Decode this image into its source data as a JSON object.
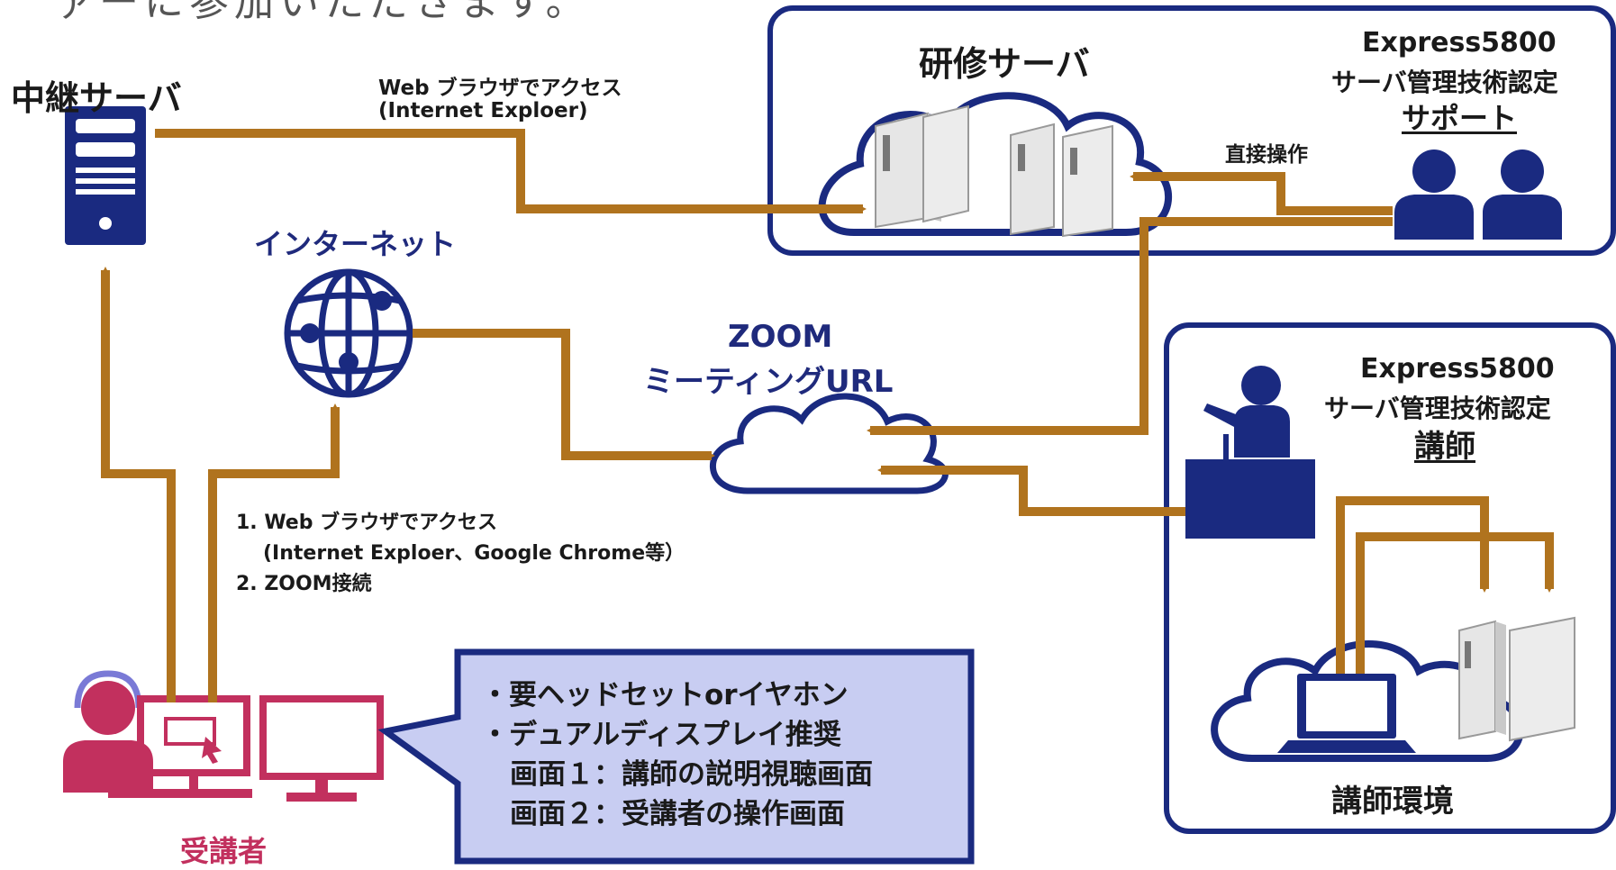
{
  "top_partial_text": "ァーに参加いただきます。",
  "relay_server": {
    "label": "中継サーバ"
  },
  "relay_access": {
    "line1": "Web ブラウザでアクセス",
    "line2": "(Internet Exploer)"
  },
  "training_server": {
    "label": "研修サーバ",
    "support_line1": "Express5800",
    "support_line2": "サーバ管理技術認定",
    "support_line3": "サポート",
    "direct_op": "直接操作"
  },
  "internet": {
    "label": "インターネット"
  },
  "zoom": {
    "line1": "ZOOM",
    "line2": "ミーティングURL"
  },
  "instructor": {
    "line1": "Express5800",
    "line2": "サーバ管理技術認定",
    "line3": "講師",
    "env_label": "講師環境"
  },
  "trainee_steps": {
    "line1": "1. Web ブラウザでアクセス",
    "line2": "(Internet Exploer、Google Chrome等）",
    "line3": "2. ZOOM接続"
  },
  "callout": {
    "line1": "・要ヘッドセットorイヤホン",
    "line2": "・デュアルディスプレイ推奨",
    "line3": "画面１：講師の説明視聴画面",
    "line4": "画面２：受講者の操作画面"
  },
  "trainee": {
    "label": "受講者"
  },
  "colors": {
    "navy": "#1a2a80",
    "arrow": "#b0731e",
    "pink": "#c2305e",
    "callout_fill": "#c8cdf2"
  }
}
